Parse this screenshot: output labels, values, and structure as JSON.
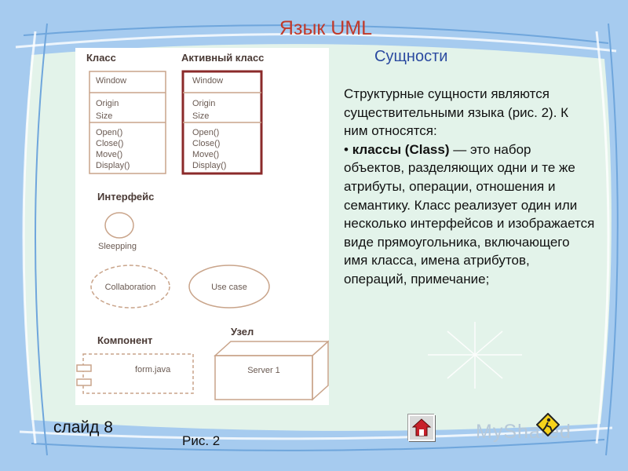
{
  "title": "Язык  UML",
  "subtitle": "Сущности",
  "body": {
    "p1": "Структурные сущности являются существительными языка (рис. 2). К ним относятся:",
    "bullet_mark": "•",
    "bullet_bold": "классы (Class)",
    "bullet_rest": " — это набор объектов, разделяющих одни и те же атрибуты, операции, отношения и семантику. Класс реализует один или несколько интерфейсов и изображается виде прямоугольника, включающего имя класса, имена атрибутов, операций, примечание;"
  },
  "slide_number": "слайд 8",
  "figure_caption": "Рис. 2",
  "diagram": {
    "class_heading": "Класс",
    "active_class_heading": "Активный класс",
    "class_name": "Window",
    "attributes": [
      "Origin",
      "Size"
    ],
    "operations": [
      "Open()",
      "Close()",
      "Move()",
      "Display()"
    ],
    "interface_heading": "Интерфейс",
    "interface_label": "Sleepping",
    "collaboration_label": "Collaboration",
    "use_case_label": "Use case",
    "component_heading": "Компонент",
    "component_label": "form.java",
    "node_heading": "Узел",
    "node_label": "Server 1"
  },
  "brand_text": "MyShared",
  "colors": {
    "title": "#c03a2b",
    "subtitle": "#2b4aa0",
    "background": "#9fc6ea",
    "panel": "#e3f3ea",
    "active_class_border": "#8b2a2a",
    "diagram_stroke": "#c9a48a"
  },
  "icons": {
    "home_button": "home-icon",
    "sign": "construction-sign-icon",
    "sparkle": "sparkle-icon"
  }
}
